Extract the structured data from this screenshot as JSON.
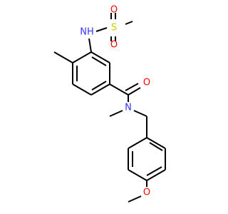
{
  "structure": {
    "atom_labels": {
      "nh": "NH",
      "s": "S",
      "o_sulfonyl_left": "O",
      "o_sulfonyl_right": "O",
      "o_carbonyl": "O",
      "n_amide": "N",
      "o_methoxy": "O"
    },
    "colors": {
      "bond": "#000000",
      "nitrogen": "#3333ff",
      "oxygen": "#ff0000",
      "sulfur": "#cccc00"
    }
  }
}
